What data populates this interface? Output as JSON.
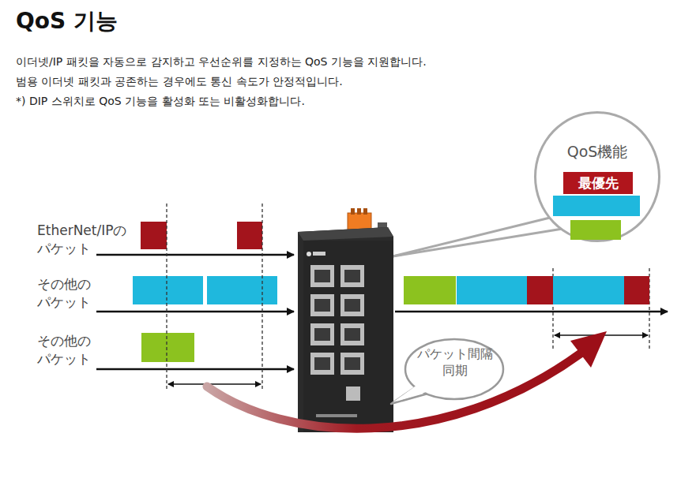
{
  "diagram": {
    "title": "QoS 기능",
    "nodes": [
      {
        "text": [
          "QoS機能"
        ]
      },
      {
        "text": [
          "最優先"
        ],
        "in": 0
      },
      {
        "text": [
          "パケット間隔 同期"
        ]
      }
    ],
    "labels": [
      "이더넷/IP 패킷을 자동으로 감지하고 우선순위를 지정하는 QoS 기능을 지원합니다.",
      "범용 이더넷 패킷과 공존하는 경우에도 통신 속도가 안정적입니다.",
      "*) DIP 스위치로 QoS 기능을 활성화 또는 비활성화합니다.",
      "EtherNet/IPの パケット",
      "その他の パケット",
      "その他の パケット"
    ]
  }
}
